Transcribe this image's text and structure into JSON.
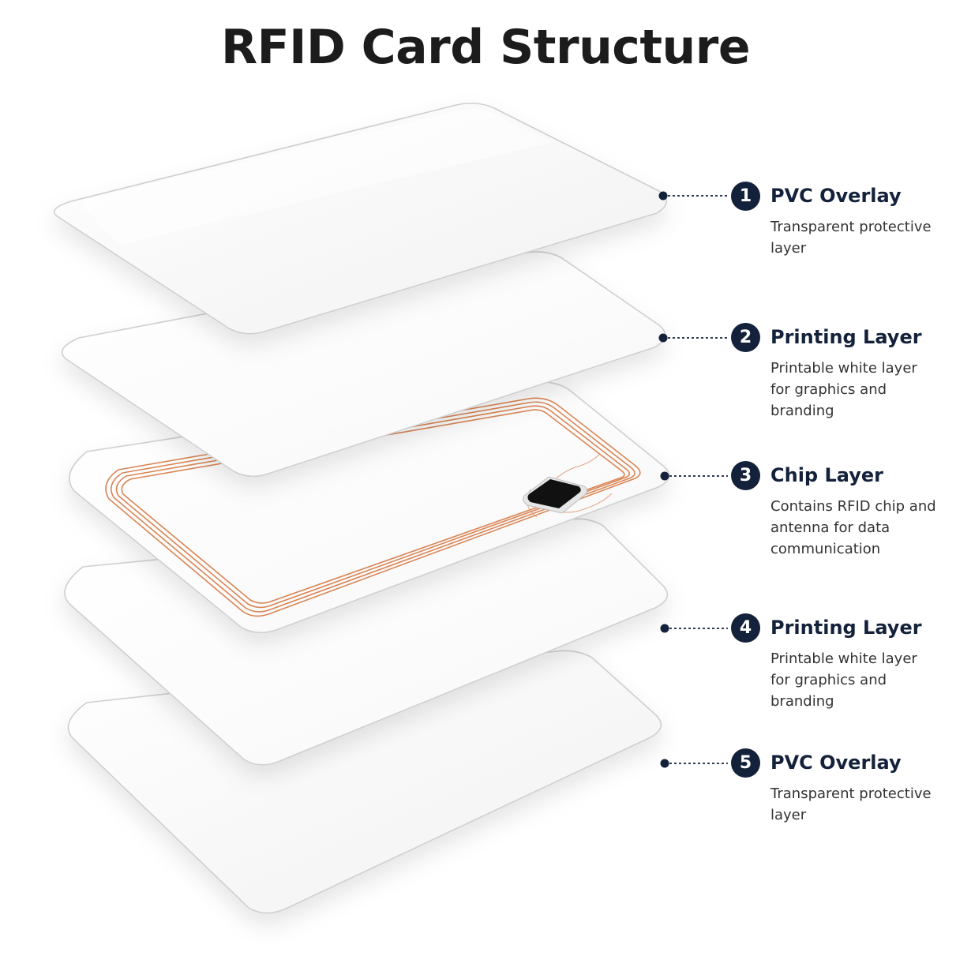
{
  "title": "RFID Card Structure",
  "colors": {
    "badge": "#13213a",
    "antenna": "#d98555",
    "chip": "#111111",
    "card_edge": "#cfcfcf"
  },
  "layers": [
    {
      "number": "1",
      "name": "PVC Overlay",
      "description": "Transparent protective layer"
    },
    {
      "number": "2",
      "name": "Printing Layer",
      "description": "Printable white layer for graphics and branding"
    },
    {
      "number": "3",
      "name": "Chip Layer",
      "description": "Contains RFID chip and antenna for data communication"
    },
    {
      "number": "4",
      "name": "Printing Layer",
      "description": "Printable white layer for graphics and branding"
    },
    {
      "number": "5",
      "name": "PVC Overlay",
      "description": "Transparent protective layer"
    }
  ]
}
